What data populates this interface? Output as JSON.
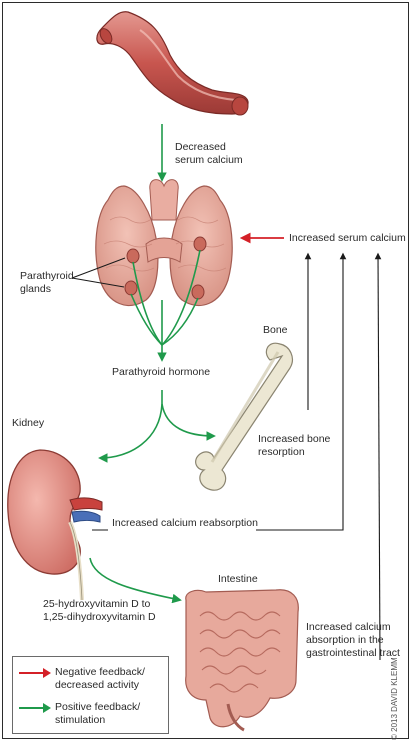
{
  "labels": {
    "decreased_serum_calcium": "Decreased\nserum calcium",
    "increased_serum_calcium": "Increased serum calcium",
    "parathyroid_glands": "Parathyroid\nglands",
    "parathyroid_hormone": "Parathyroid hormone",
    "bone": "Bone",
    "increased_bone_resorption": "Increased bone\nresorption",
    "kidney": "Kidney",
    "increased_calcium_reabsorption": "Increased calcium reabsorption",
    "vitamin_d": "25-hydroxyvitamin D to\n1,25-dihydroxyvitamin D",
    "intestine": "Intestine",
    "increased_calcium_absorption": "Increased calcium\nabsorption in the\ngastrointestinal tract"
  },
  "legend": {
    "negative": "Negative feedback/\ndecreased activity",
    "positive": "Positive feedback/\nstimulation"
  },
  "copyright": "© 2013 DAVID KLEMM",
  "colors": {
    "negative": "#d42027",
    "positive": "#1f9a4b",
    "line": "#1a1a1a",
    "tissue": "#e8a597",
    "tissue_dark": "#b85f55",
    "bone": "#e9e4cf"
  }
}
